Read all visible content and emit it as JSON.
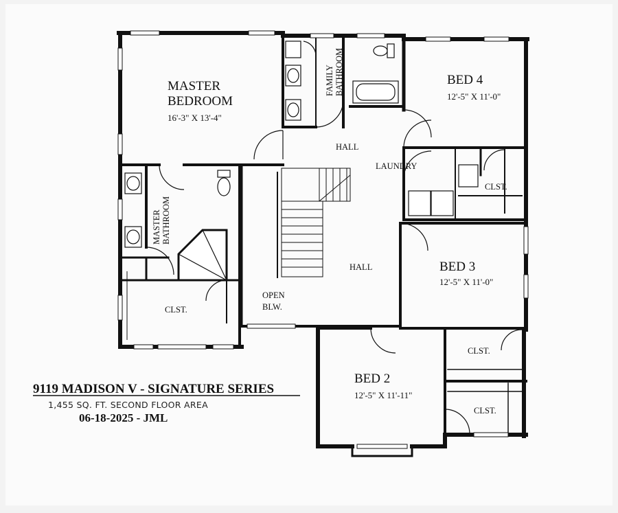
{
  "plan": {
    "rooms": {
      "master_bedroom": {
        "name_line1": "MASTER",
        "name_line2": "BEDROOM",
        "dims": "16'-3\" X 13'-4\""
      },
      "family_bathroom": {
        "name_line1": "FAMILY",
        "name_line2": "BATHROOM"
      },
      "bed4": {
        "name": "BED 4",
        "dims": "12'-5\" X 11'-0\""
      },
      "hall_upper": {
        "name": "HALL"
      },
      "laundry": {
        "name": "LAUNDRY"
      },
      "closet_bed4": {
        "name": "CLST."
      },
      "master_bathroom": {
        "name_line1": "MASTER",
        "name_line2": "BATHROOM"
      },
      "hall_lower": {
        "name": "HALL"
      },
      "bed3": {
        "name": "BED 3",
        "dims": "12'-5\" X 11'-0\""
      },
      "open_blw": {
        "line1": "OPEN",
        "line2": "BLW."
      },
      "closet_master": {
        "name": "CLST."
      },
      "closet_bed3": {
        "name": "CLST."
      },
      "bed2": {
        "name": "BED 2",
        "dims": "12'-5\" X 11'-11\""
      },
      "closet_bed2": {
        "name": "CLST."
      }
    }
  },
  "title_block": {
    "title": "9119 MADISON V - SIGNATURE SERIES",
    "area": "1,455 SQ. FT. SECOND FLOOR AREA",
    "date": "06-18-2025 - JML"
  }
}
